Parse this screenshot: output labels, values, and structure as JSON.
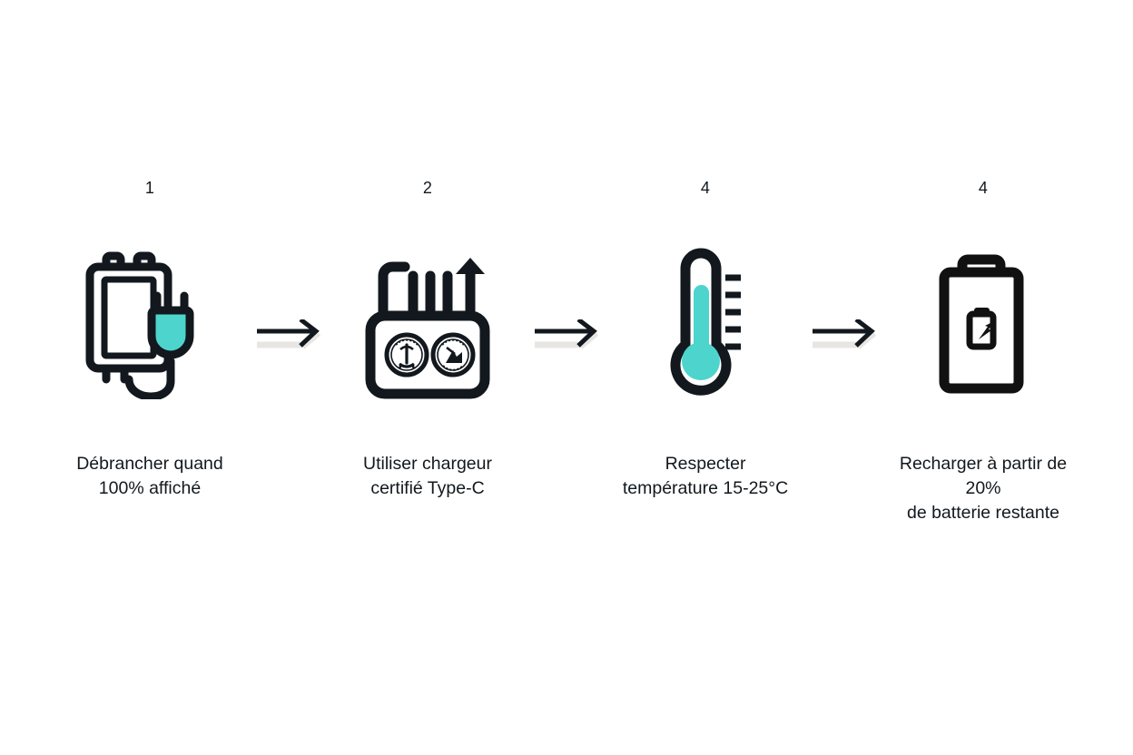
{
  "page": {
    "background_color": "#ffffff",
    "ink_color": "#12181d",
    "accent_color": "#4dd4cc",
    "arrow_dark_color": "#12181d",
    "arrow_light_color": "#e8e6e3"
  },
  "diagram": {
    "type": "process-flow",
    "orientation": "horizontal",
    "language": "fr",
    "step_count": 4,
    "connector": "arrow",
    "steps": [
      {
        "number": "1",
        "icon": "charger-plug-icon",
        "caption": "Débrancher quand\n100% affiché",
        "caption_line1": "Débrancher quand",
        "caption_line2": "100% affiché"
      },
      {
        "number": "2",
        "icon": "certified-charger-icon",
        "caption": "Utiliser chargeur\ncertifié Type-C",
        "caption_line1": "Utiliser chargeur",
        "caption_line2": "certifié Type-C"
      },
      {
        "number": "4",
        "icon": "thermometer-icon",
        "caption": "Respecter\ntempérature 15-25°C",
        "caption_line1": "Respecter",
        "caption_line2": "température 15-25°C"
      },
      {
        "number": "4",
        "icon": "battery-charging-icon",
        "caption": "Recharger à partir de 20%\nde batterie restante",
        "caption_line1": "Recharger à partir de 20%",
        "caption_line2": "de batterie restante"
      }
    ],
    "arrows": [
      {
        "name": "arrow-step-1-to-2"
      },
      {
        "name": "arrow-step-2-to-3"
      },
      {
        "name": "arrow-step-3-to-4"
      }
    ]
  }
}
